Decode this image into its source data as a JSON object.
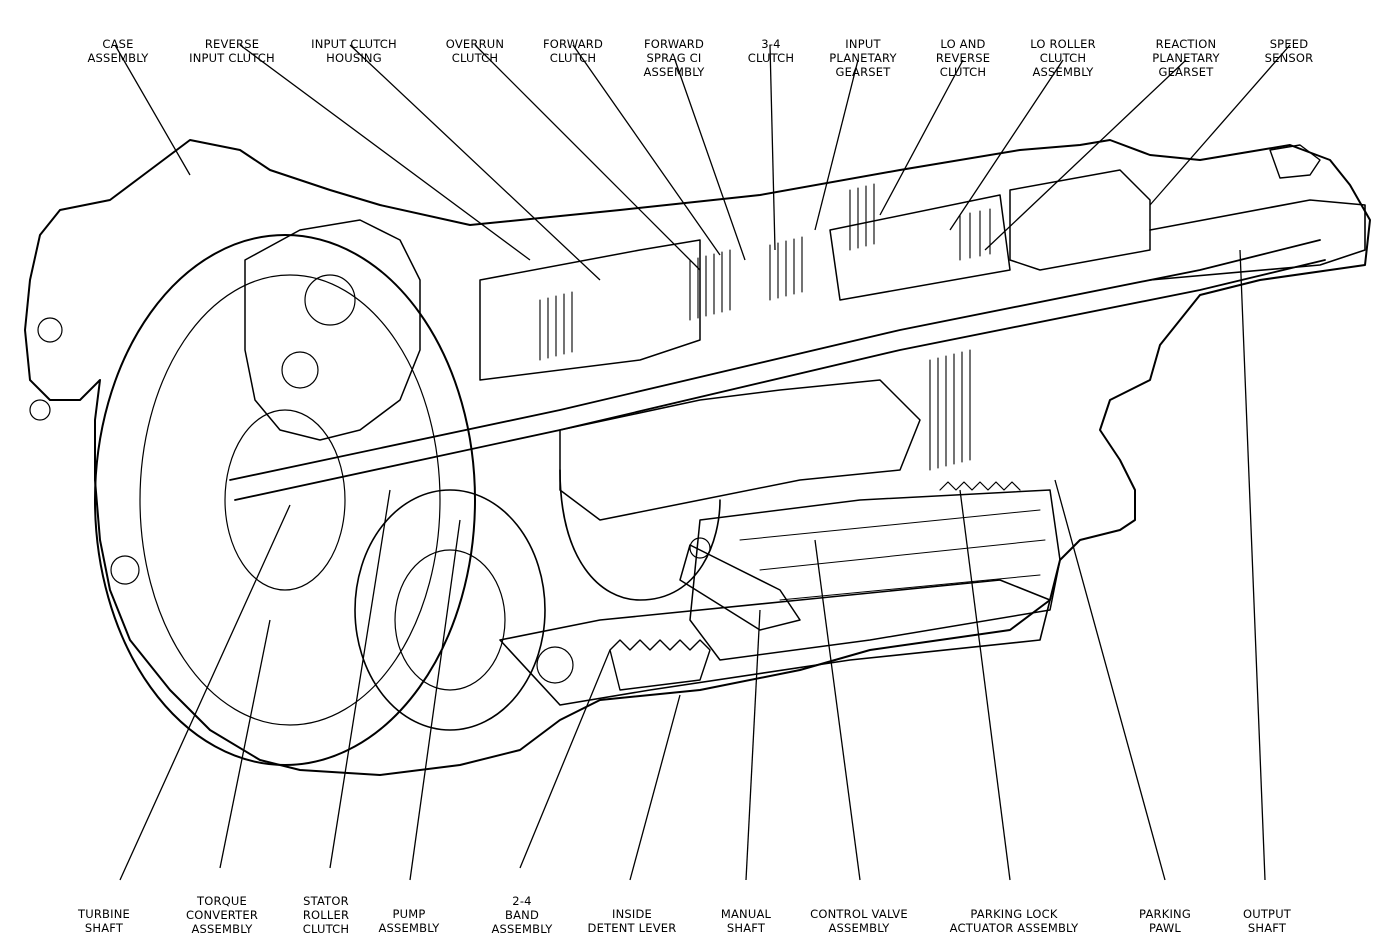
{
  "colors": {
    "ink": "#000000",
    "paper": "#ffffff",
    "shade": "#d9d9d9"
  },
  "labels": {
    "top": [
      {
        "key": "case-assembly",
        "lines": [
          "CASE",
          "ASSEMBLY"
        ]
      },
      {
        "key": "reverse-input-clutch",
        "lines": [
          "REVERSE",
          "INPUT CLUTCH"
        ]
      },
      {
        "key": "input-clutch-housing",
        "lines": [
          "INPUT CLUTCH",
          "HOUSING"
        ]
      },
      {
        "key": "overrun-clutch",
        "lines": [
          "OVERRUN",
          "CLUTCH"
        ]
      },
      {
        "key": "forward-clutch",
        "lines": [
          "FORWARD",
          "CLUTCH"
        ]
      },
      {
        "key": "forward-sprag-assembly",
        "lines": [
          "FORWARD",
          "SPRAG CI",
          "ASSEMBLY"
        ]
      },
      {
        "key": "3-4-clutch",
        "lines": [
          "3-4",
          "CLUTCH"
        ]
      },
      {
        "key": "input-planetary-gearset",
        "lines": [
          "INPUT",
          "PLANETARY",
          "GEARSET"
        ]
      },
      {
        "key": "lo-and-reverse-clutch",
        "lines": [
          "LO AND",
          "REVERSE",
          "CLUTCH"
        ]
      },
      {
        "key": "lo-roller-clutch-assembly",
        "lines": [
          "LO ROLLER",
          "CLUTCH",
          "ASSEMBLY"
        ]
      },
      {
        "key": "reaction-planetary-gearset",
        "lines": [
          "REACTION",
          "PLANETARY",
          "GEARSET"
        ]
      },
      {
        "key": "speed-sensor",
        "lines": [
          "SPEED",
          "SENSOR"
        ]
      }
    ],
    "bottom": [
      {
        "key": "turbine-shaft",
        "lines": [
          "TURBINE",
          "SHAFT"
        ]
      },
      {
        "key": "torque-converter-assembly",
        "lines": [
          "TORQUE",
          "CONVERTER",
          "ASSEMBLY"
        ]
      },
      {
        "key": "stator-roller-clutch",
        "lines": [
          "STATOR",
          "ROLLER",
          "CLUTCH"
        ]
      },
      {
        "key": "pump-assembly",
        "lines": [
          "PUMP",
          "ASSEMBLY"
        ]
      },
      {
        "key": "2-4-band-assembly",
        "lines": [
          "2-4",
          "BAND",
          "ASSEMBLY"
        ]
      },
      {
        "key": "inside-detent-lever",
        "lines": [
          "INSIDE",
          "DETENT LEVER"
        ]
      },
      {
        "key": "manual-shaft",
        "lines": [
          "MANUAL",
          "SHAFT"
        ]
      },
      {
        "key": "control-valve-assembly",
        "lines": [
          "CONTROL VALVE",
          "ASSEMBLY"
        ]
      },
      {
        "key": "parking-lock-actuator-assembly",
        "lines": [
          "PARKING LOCK",
          "ACTUATOR ASSEMBLY"
        ]
      },
      {
        "key": "parking-pawl",
        "lines": [
          "PARKING",
          "PAWL"
        ]
      },
      {
        "key": "output-shaft",
        "lines": [
          "OUTPUT",
          "SHAFT"
        ]
      }
    ]
  }
}
